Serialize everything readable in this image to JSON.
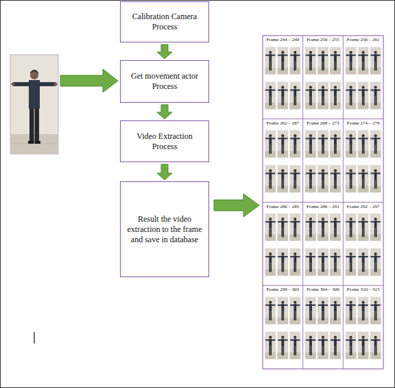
{
  "diagram": {
    "nodes": [
      {
        "text": [
          "Calibration Camera Process"
        ]
      },
      {
        "text": [
          "Get movement actor Process"
        ]
      },
      {
        "text": [
          "Video Extraction Process"
        ]
      },
      {
        "text": [
          "Result the video extraction to the frame and save in database"
        ]
      }
    ],
    "edges": [
      {
        "from": 0,
        "to": 1,
        "arrow": "to"
      },
      {
        "from": 1,
        "to": 2,
        "arrow": "to"
      },
      {
        "from": 2,
        "to": 3,
        "arrow": "to"
      }
    ],
    "labels": [
      "Frame 244 – 249",
      "Frame 250 – 255",
      "Frame 256 – 261",
      "Frame 262 – 267",
      "Frame 268 – 273",
      "Frame 274 – 279",
      "Frame 280 – 285",
      "Frame 286 – 291",
      "Frame 292 – 297",
      "Frame 298 – 303",
      "Frame 304 – 309",
      "Frame 310 – 315"
    ]
  }
}
